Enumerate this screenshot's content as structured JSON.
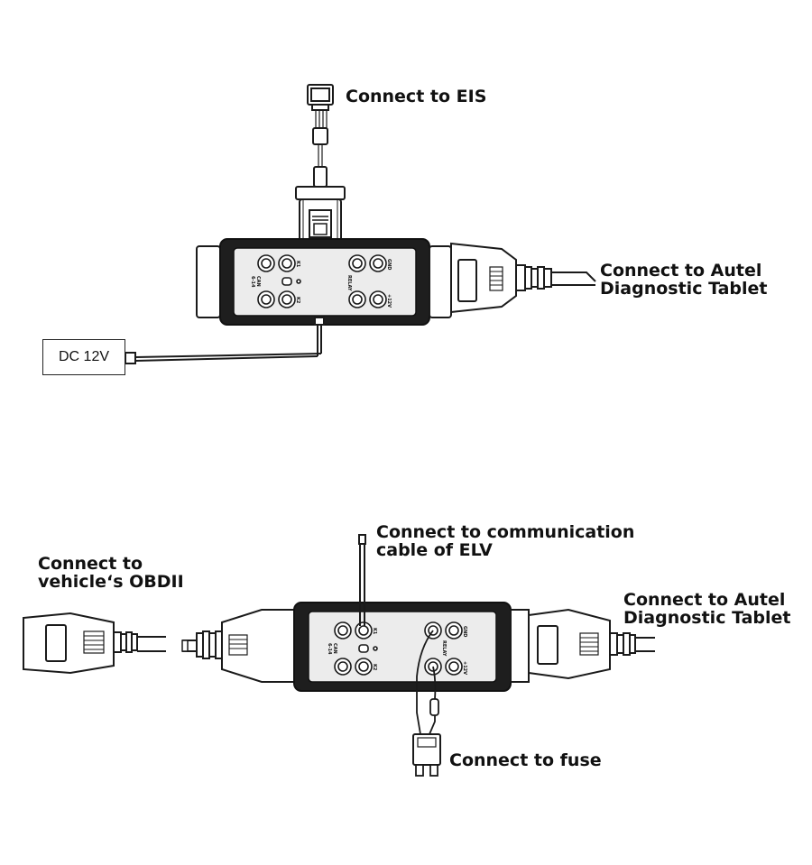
{
  "colors": {
    "line": "#1a1a1a",
    "body": "#1e1e1e",
    "panel": "#ececec",
    "background": "#ffffff"
  },
  "top_diagram": {
    "labels": {
      "eis": "Connect to EIS",
      "autel_line1": "Connect to Autel",
      "autel_line2": "Diagnostic Tablet"
    },
    "dc_box": "DC 12V",
    "port_labels": {
      "can": "CAN",
      "can_sub": "6-14",
      "k1": "K1",
      "k2": "K2",
      "relay": "RELAY",
      "gnd": "GND",
      "v12": "+12V"
    }
  },
  "bottom_diagram": {
    "labels": {
      "obd_line1": "Connect to",
      "obd_line2": "vehicle‘s OBDII",
      "elv_line1": "Connect to communication",
      "elv_line2": "cable of ELV",
      "autel_line1": "Connect to Autel",
      "autel_line2": "Diagnostic Tablet",
      "fuse": "Connect to fuse"
    },
    "port_labels": {
      "can": "CAN",
      "can_sub": "6-14",
      "k1": "K1",
      "k2": "K2",
      "relay": "RELAY",
      "gnd": "GND",
      "v12": "+12V"
    }
  }
}
